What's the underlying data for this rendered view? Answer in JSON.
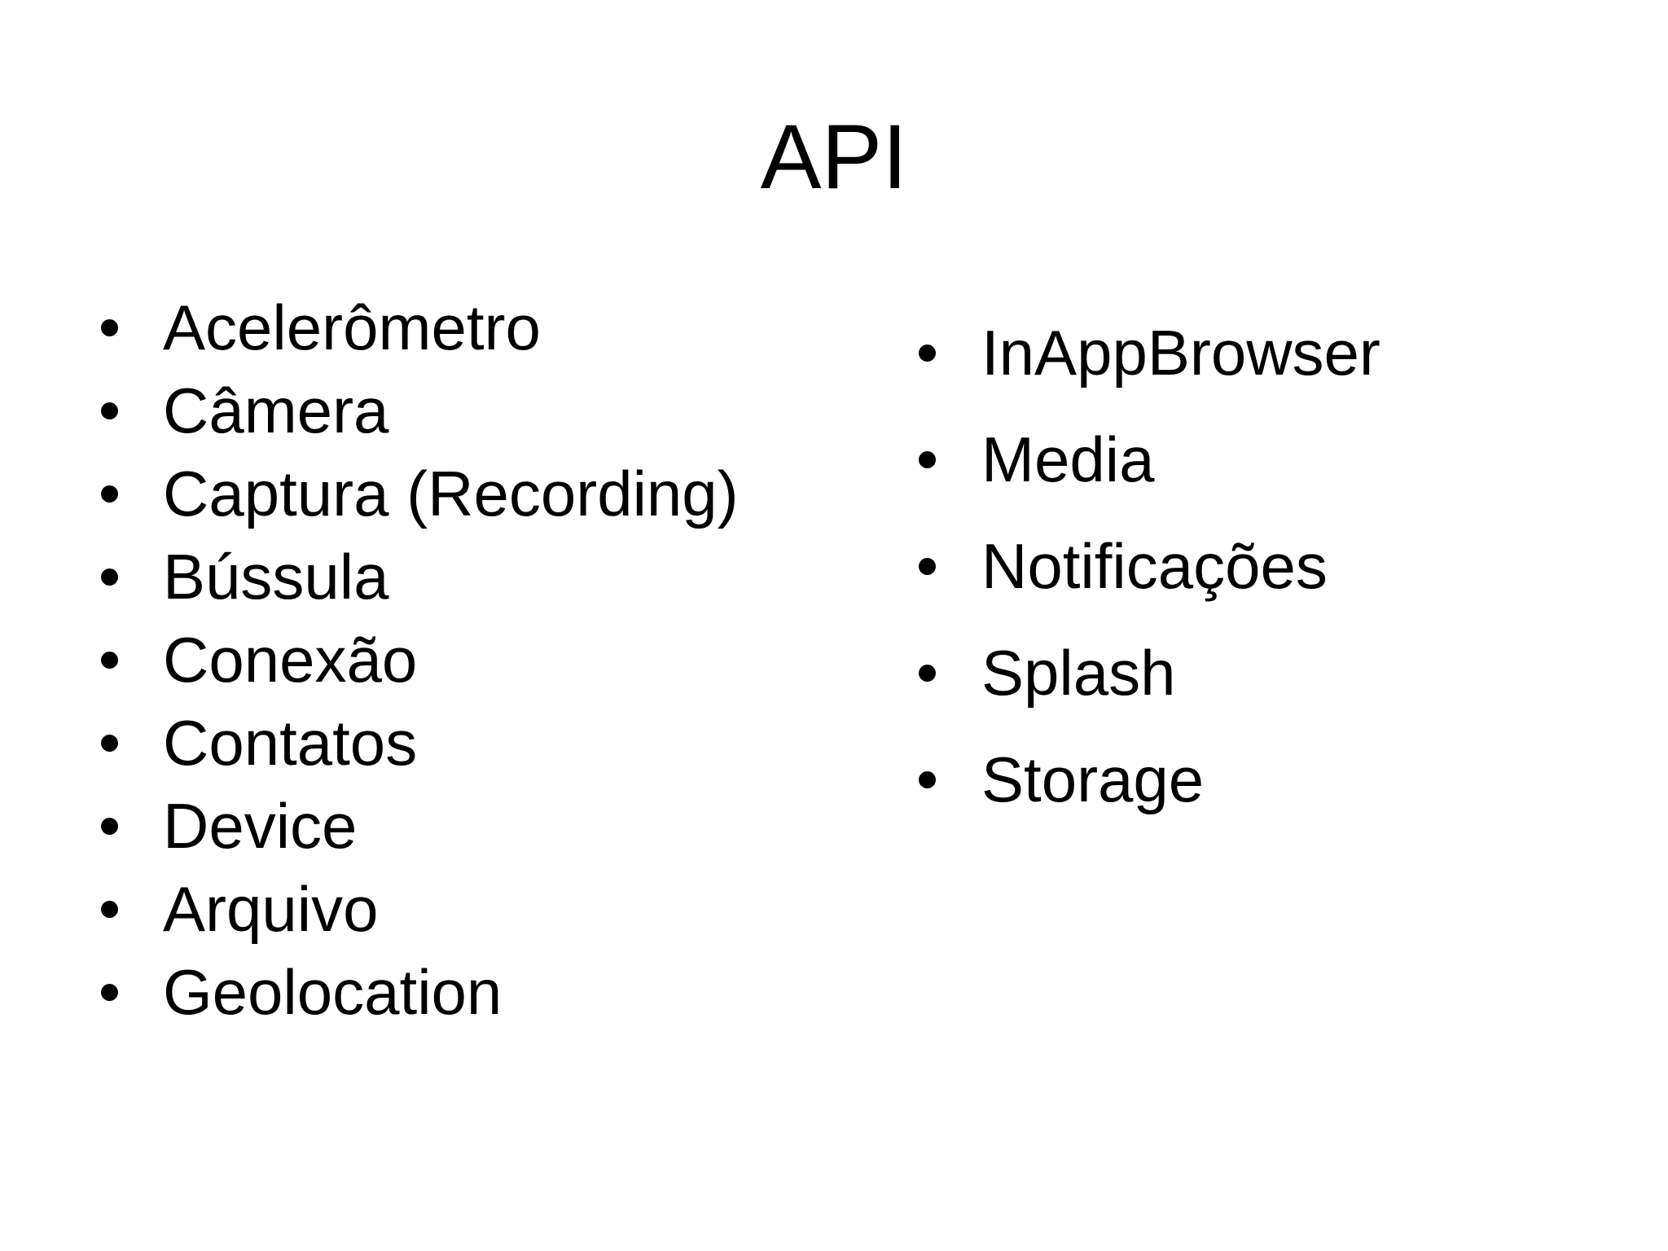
{
  "slide": {
    "title": "API",
    "left_items": [
      "Acelerômetro",
      "Câmera",
      "Captura (Recording)",
      "Bússula",
      "Conexão",
      "Contatos",
      "Device",
      "Arquivo",
      "Geolocation"
    ],
    "right_items": [
      "InAppBrowser",
      "Media",
      "Notificações",
      "Splash",
      "Storage"
    ],
    "colors": {
      "background": "#ffffff",
      "text": "#000000"
    }
  }
}
